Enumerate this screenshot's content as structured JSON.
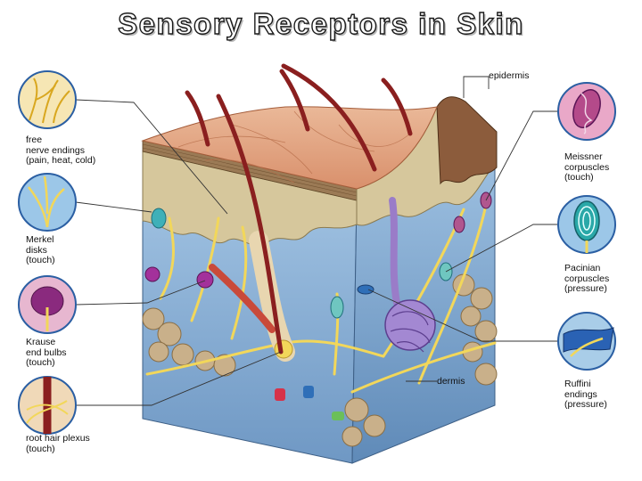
{
  "title": "Sensory Receptors in Skin",
  "labels": {
    "epidermis": "epidermis",
    "dermis": "dermis",
    "free_nerve": [
      "free",
      "nerve endings",
      "(pain, heat, cold)"
    ],
    "merkel": [
      "Merkel",
      "disks",
      "(touch)"
    ],
    "krause": [
      "Krause",
      "end bulbs",
      "(touch)"
    ],
    "root_hair": [
      "root hair plexus",
      "(touch)"
    ],
    "meissner": [
      "Meissner",
      "corpuscles",
      "(touch)"
    ],
    "pacinian": [
      "Pacinian",
      "corpuscles",
      "(pressure)"
    ],
    "ruffini": [
      "Ruffini",
      "endings",
      "(pressure)"
    ]
  },
  "colors": {
    "epidermis_surface": "#e2a88a",
    "epidermis_layer": "#d9cba3",
    "dermis": "#8fb6d8",
    "hair": "#8a1f1f",
    "nerve": "#f2d75a",
    "fat": "#c9b08a",
    "inset_border": "#2b5fa3"
  }
}
